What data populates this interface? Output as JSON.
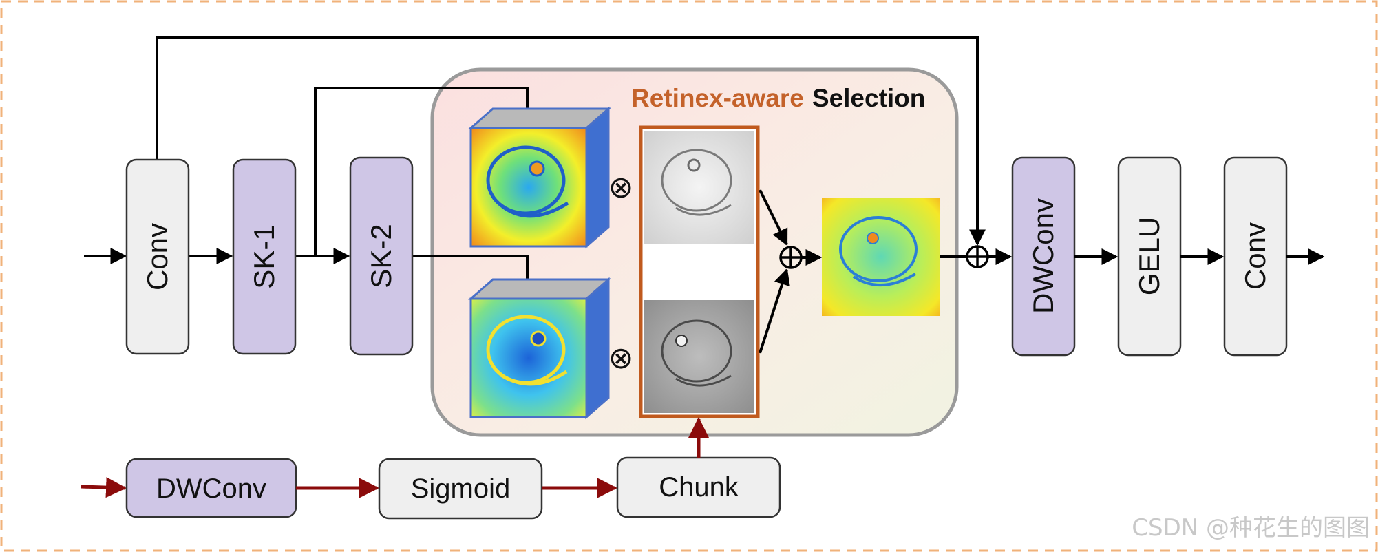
{
  "title": {
    "accent": "Retinex-aware",
    "main": "Selection"
  },
  "blocks": {
    "conv1": "Conv",
    "sk1": "SK-1",
    "sk2": "SK-2",
    "dwconv_main": "DWConv",
    "gelu": "GELU",
    "conv2": "Conv",
    "dwconv_bottom": "DWConv",
    "sigmoid": "Sigmoid",
    "chunk": "Chunk"
  },
  "operators": {
    "multiply": "⊗",
    "add": "⊕"
  },
  "watermark": "CSDN @种花生的图图",
  "colors": {
    "purple_block": "#cfc6e6",
    "gray_block": "#efefef",
    "orange_frame": "#c05a1e",
    "dark_red_arrow": "#8b0b0b",
    "cube_edge": "#4a70c8"
  }
}
